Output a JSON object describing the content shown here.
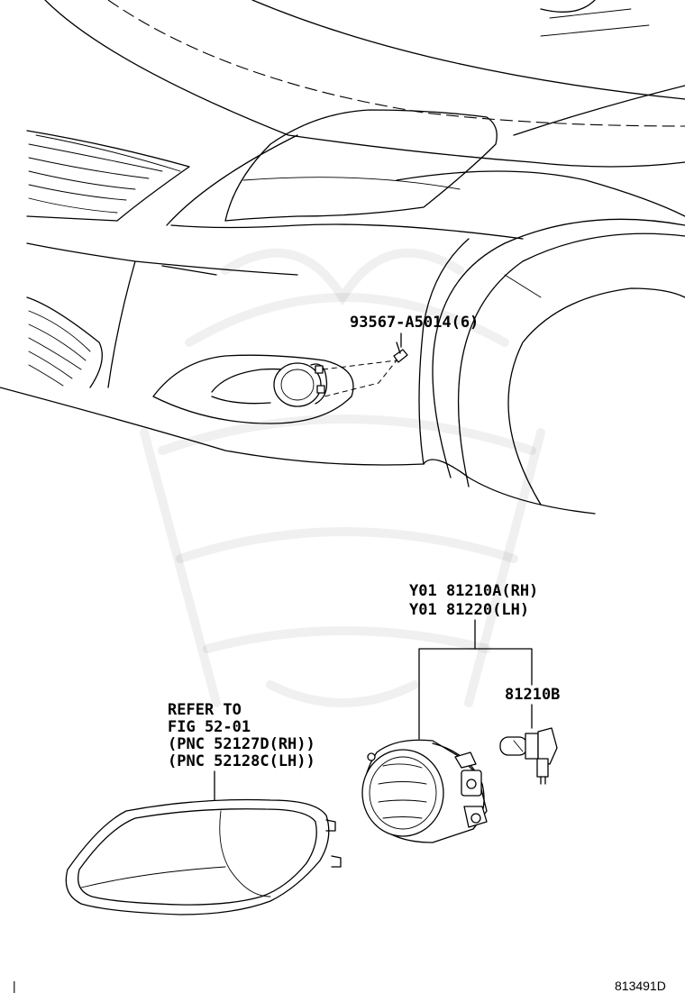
{
  "diagram": {
    "callouts": {
      "clip": "93567-A5014(6)",
      "foglamp_rh": "Y01 81210A(RH)",
      "foglamp_lh": "Y01 81220(LH)",
      "bulb": "81210B",
      "bezel_line1": "REFER TO",
      "bezel_line2": "FIG 52-01",
      "bezel_line3": "(PNC 52127D(RH))",
      "bezel_line4": "(PNC 52128C(LH))"
    },
    "illustration_id": "813491D",
    "corner_mark": "|"
  }
}
